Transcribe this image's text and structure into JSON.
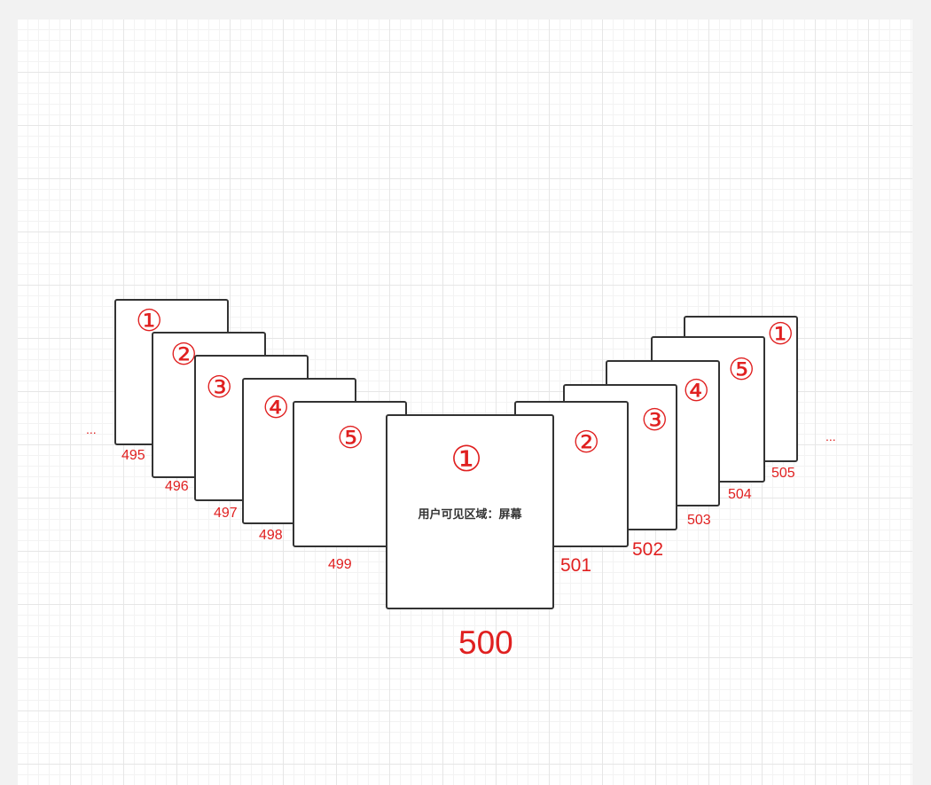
{
  "diagram": {
    "ellipsis_left": "...",
    "ellipsis_right": "...",
    "center": {
      "marker": "①",
      "caption": "用户可见区域：屏幕",
      "number": "500"
    },
    "left_cards": [
      {
        "marker": "①",
        "number": "495"
      },
      {
        "marker": "②",
        "number": "496"
      },
      {
        "marker": "③",
        "number": "497"
      },
      {
        "marker": "④",
        "number": "498"
      },
      {
        "marker": "⑤",
        "number": "499"
      }
    ],
    "right_cards": [
      {
        "marker": "②",
        "number": "501"
      },
      {
        "marker": "③",
        "number": "502"
      },
      {
        "marker": "④",
        "number": "503"
      },
      {
        "marker": "⑤",
        "number": "504"
      },
      {
        "marker": "①",
        "number": "505"
      }
    ],
    "colors": {
      "accent": "#e02020",
      "border": "#333333",
      "grid": "#e6e6e6"
    }
  }
}
